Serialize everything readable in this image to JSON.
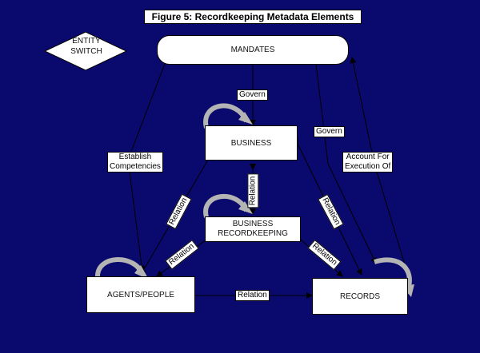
{
  "title": "Figure 5:  Recordkeeping Metadata Elements",
  "entity_switch": {
    "line1": "ENTITY",
    "line2": "SWITCH"
  },
  "nodes": {
    "mandates": "MANDATES",
    "business": "BUSINESS",
    "business_recordkeeping_line1": "BUSINESS",
    "business_recordkeeping_line2": "RECORDKEEPING",
    "agents": "AGENTS/PEOPLE",
    "records": "RECORDS"
  },
  "labels": {
    "govern_top": "Govern",
    "govern_right": "Govern",
    "establish_line1": "Establish",
    "establish_line2": "Competencies",
    "account_line1": "Account For",
    "account_line2": "Execution Of",
    "relation_center": "Relation",
    "relation_left_upper": "Relation",
    "relation_right_upper": "Relation",
    "relation_left_lower": "Relation",
    "relation_right_lower": "Relation",
    "relation_bottom": "Relation"
  },
  "colors": {
    "background": "#0a0a6e",
    "box": "#ffffff",
    "loop": "#b4b4b4",
    "line": "#000000"
  }
}
